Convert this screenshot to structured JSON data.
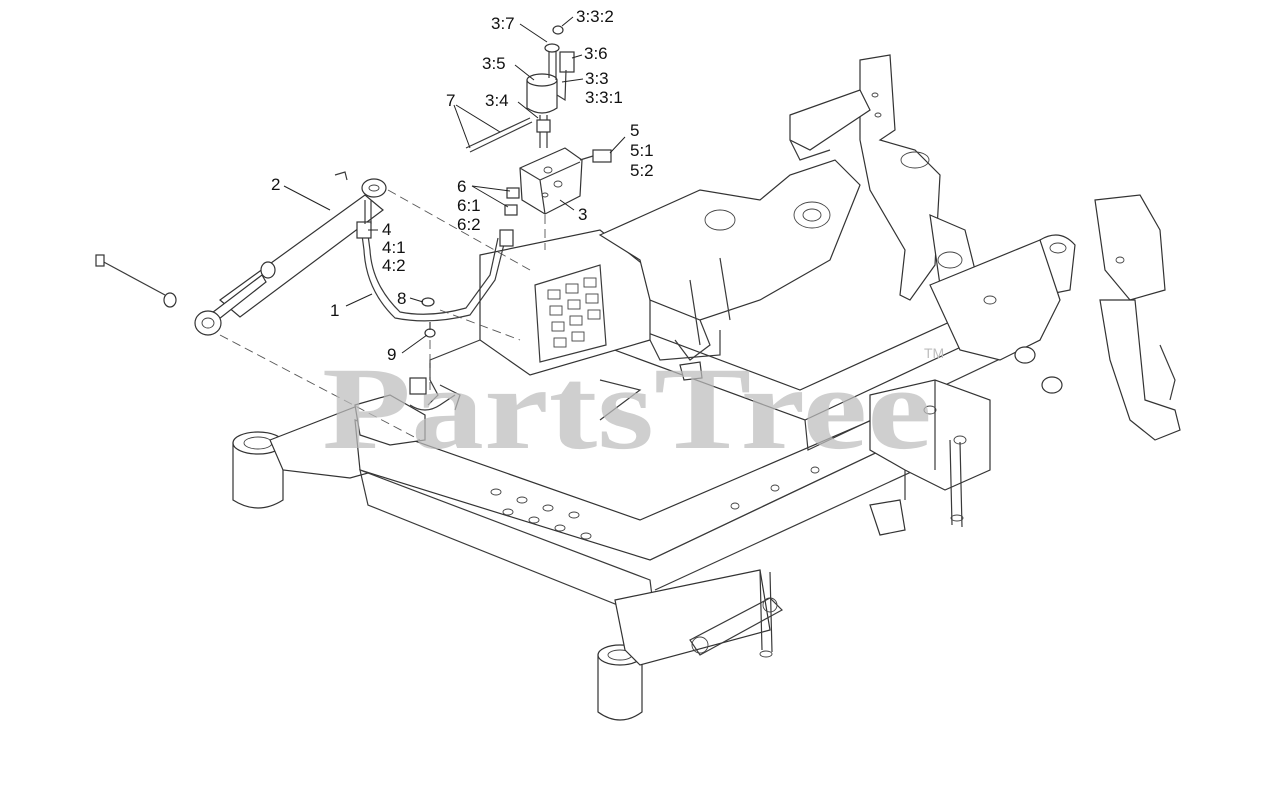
{
  "watermark": {
    "text": "PartsTree",
    "trademark": "TM"
  },
  "callouts": {
    "c3_7": "3:7",
    "c3_3_2": "3:3:2",
    "c3_6": "3:6",
    "c3_5": "3:5",
    "c3_3": "3:3",
    "c3_3_1": "3:3:1",
    "c7": "7",
    "c3_4": "3:4",
    "c5": "5",
    "c5_1": "5:1",
    "c5_2": "5:2",
    "c2": "2",
    "c6": "6",
    "c6_1": "6:1",
    "c6_2": "6:2",
    "c3": "3",
    "c4": "4",
    "c4_1": "4:1",
    "c4_2": "4:2",
    "c8": "8",
    "c1": "1",
    "c9": "9"
  }
}
